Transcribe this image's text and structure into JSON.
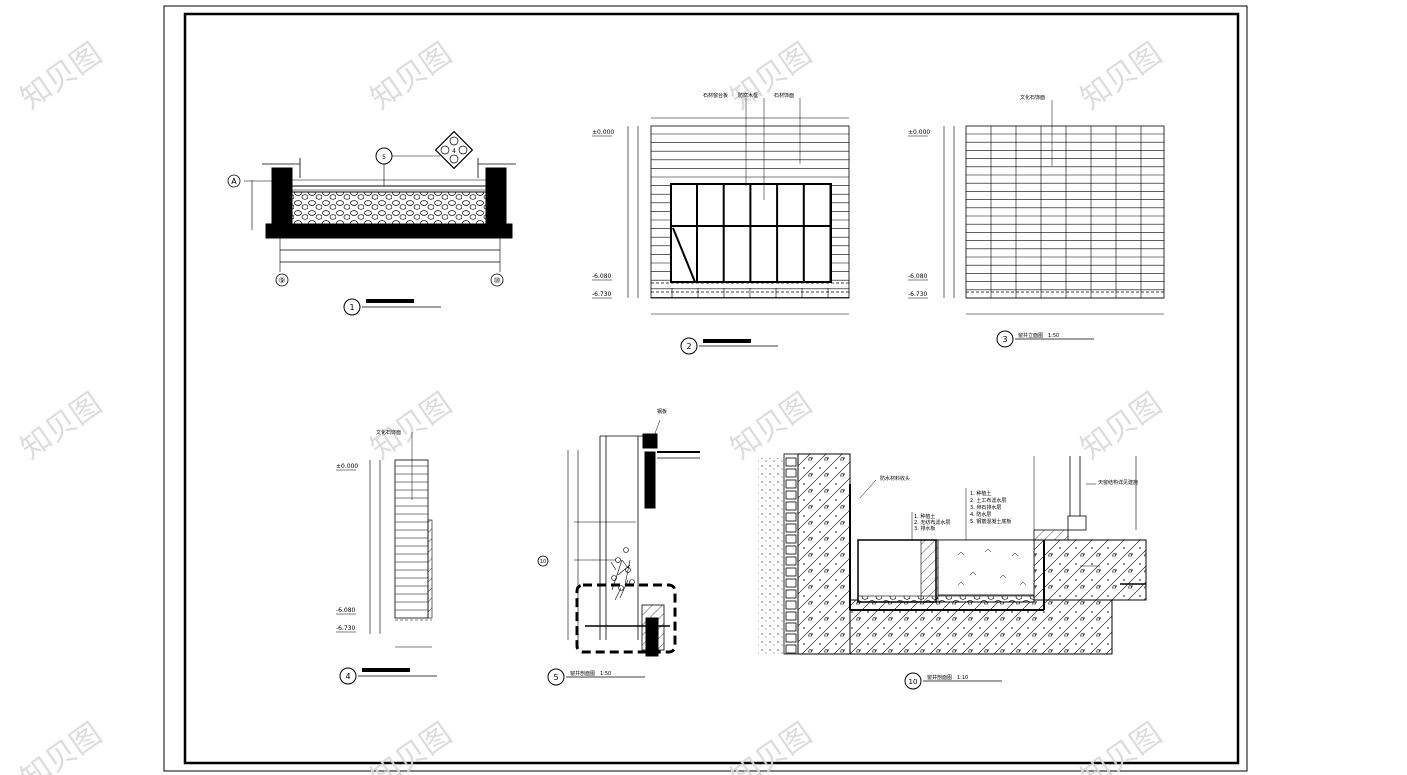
{
  "drawings": {
    "d1": {
      "number": "1",
      "grid_left": "⑨",
      "grid_right": "⑩",
      "grid_row": "A",
      "callout_a": "5",
      "callout_b": "4"
    },
    "d2": {
      "number": "2",
      "level_top": "±0.000",
      "level_mid": "-6.080",
      "level_bottom": "-6.730",
      "label_1": "石材窗台板",
      "label_2": "防腐木框",
      "label_3": "石材饰面"
    },
    "d3": {
      "number": "3",
      "title": "窗井立面图　1:50",
      "level_top": "±0.000",
      "level_mid": "-6.080",
      "level_bottom": "-6.730",
      "label": "文化石饰面"
    },
    "d4": {
      "number": "4",
      "level_top": "±0.000",
      "level_mid": "-6.080",
      "level_bottom": "-6.730",
      "label": "文化石饰面"
    },
    "d5": {
      "number": "5",
      "title": "窗井剖面图　1:50",
      "callout": "10",
      "label_top": "钢板"
    },
    "d10": {
      "number": "10",
      "title": "窗井剖面图　1:10",
      "label_top": "防水材料收头",
      "label_right": "天窗结构详见建施",
      "layers_a": [
        "1. 种植土",
        "2. 无纺布滤水层",
        "3. 排水板"
      ],
      "layers_b": [
        "1. 种植土",
        "2. 土工布滤水层",
        "3. 卵石排水层",
        "4. 防水层",
        "5. 钢筋混凝土底板"
      ]
    }
  },
  "watermark": {
    "text": "知贝图",
    "color": "#d9d9d9"
  }
}
